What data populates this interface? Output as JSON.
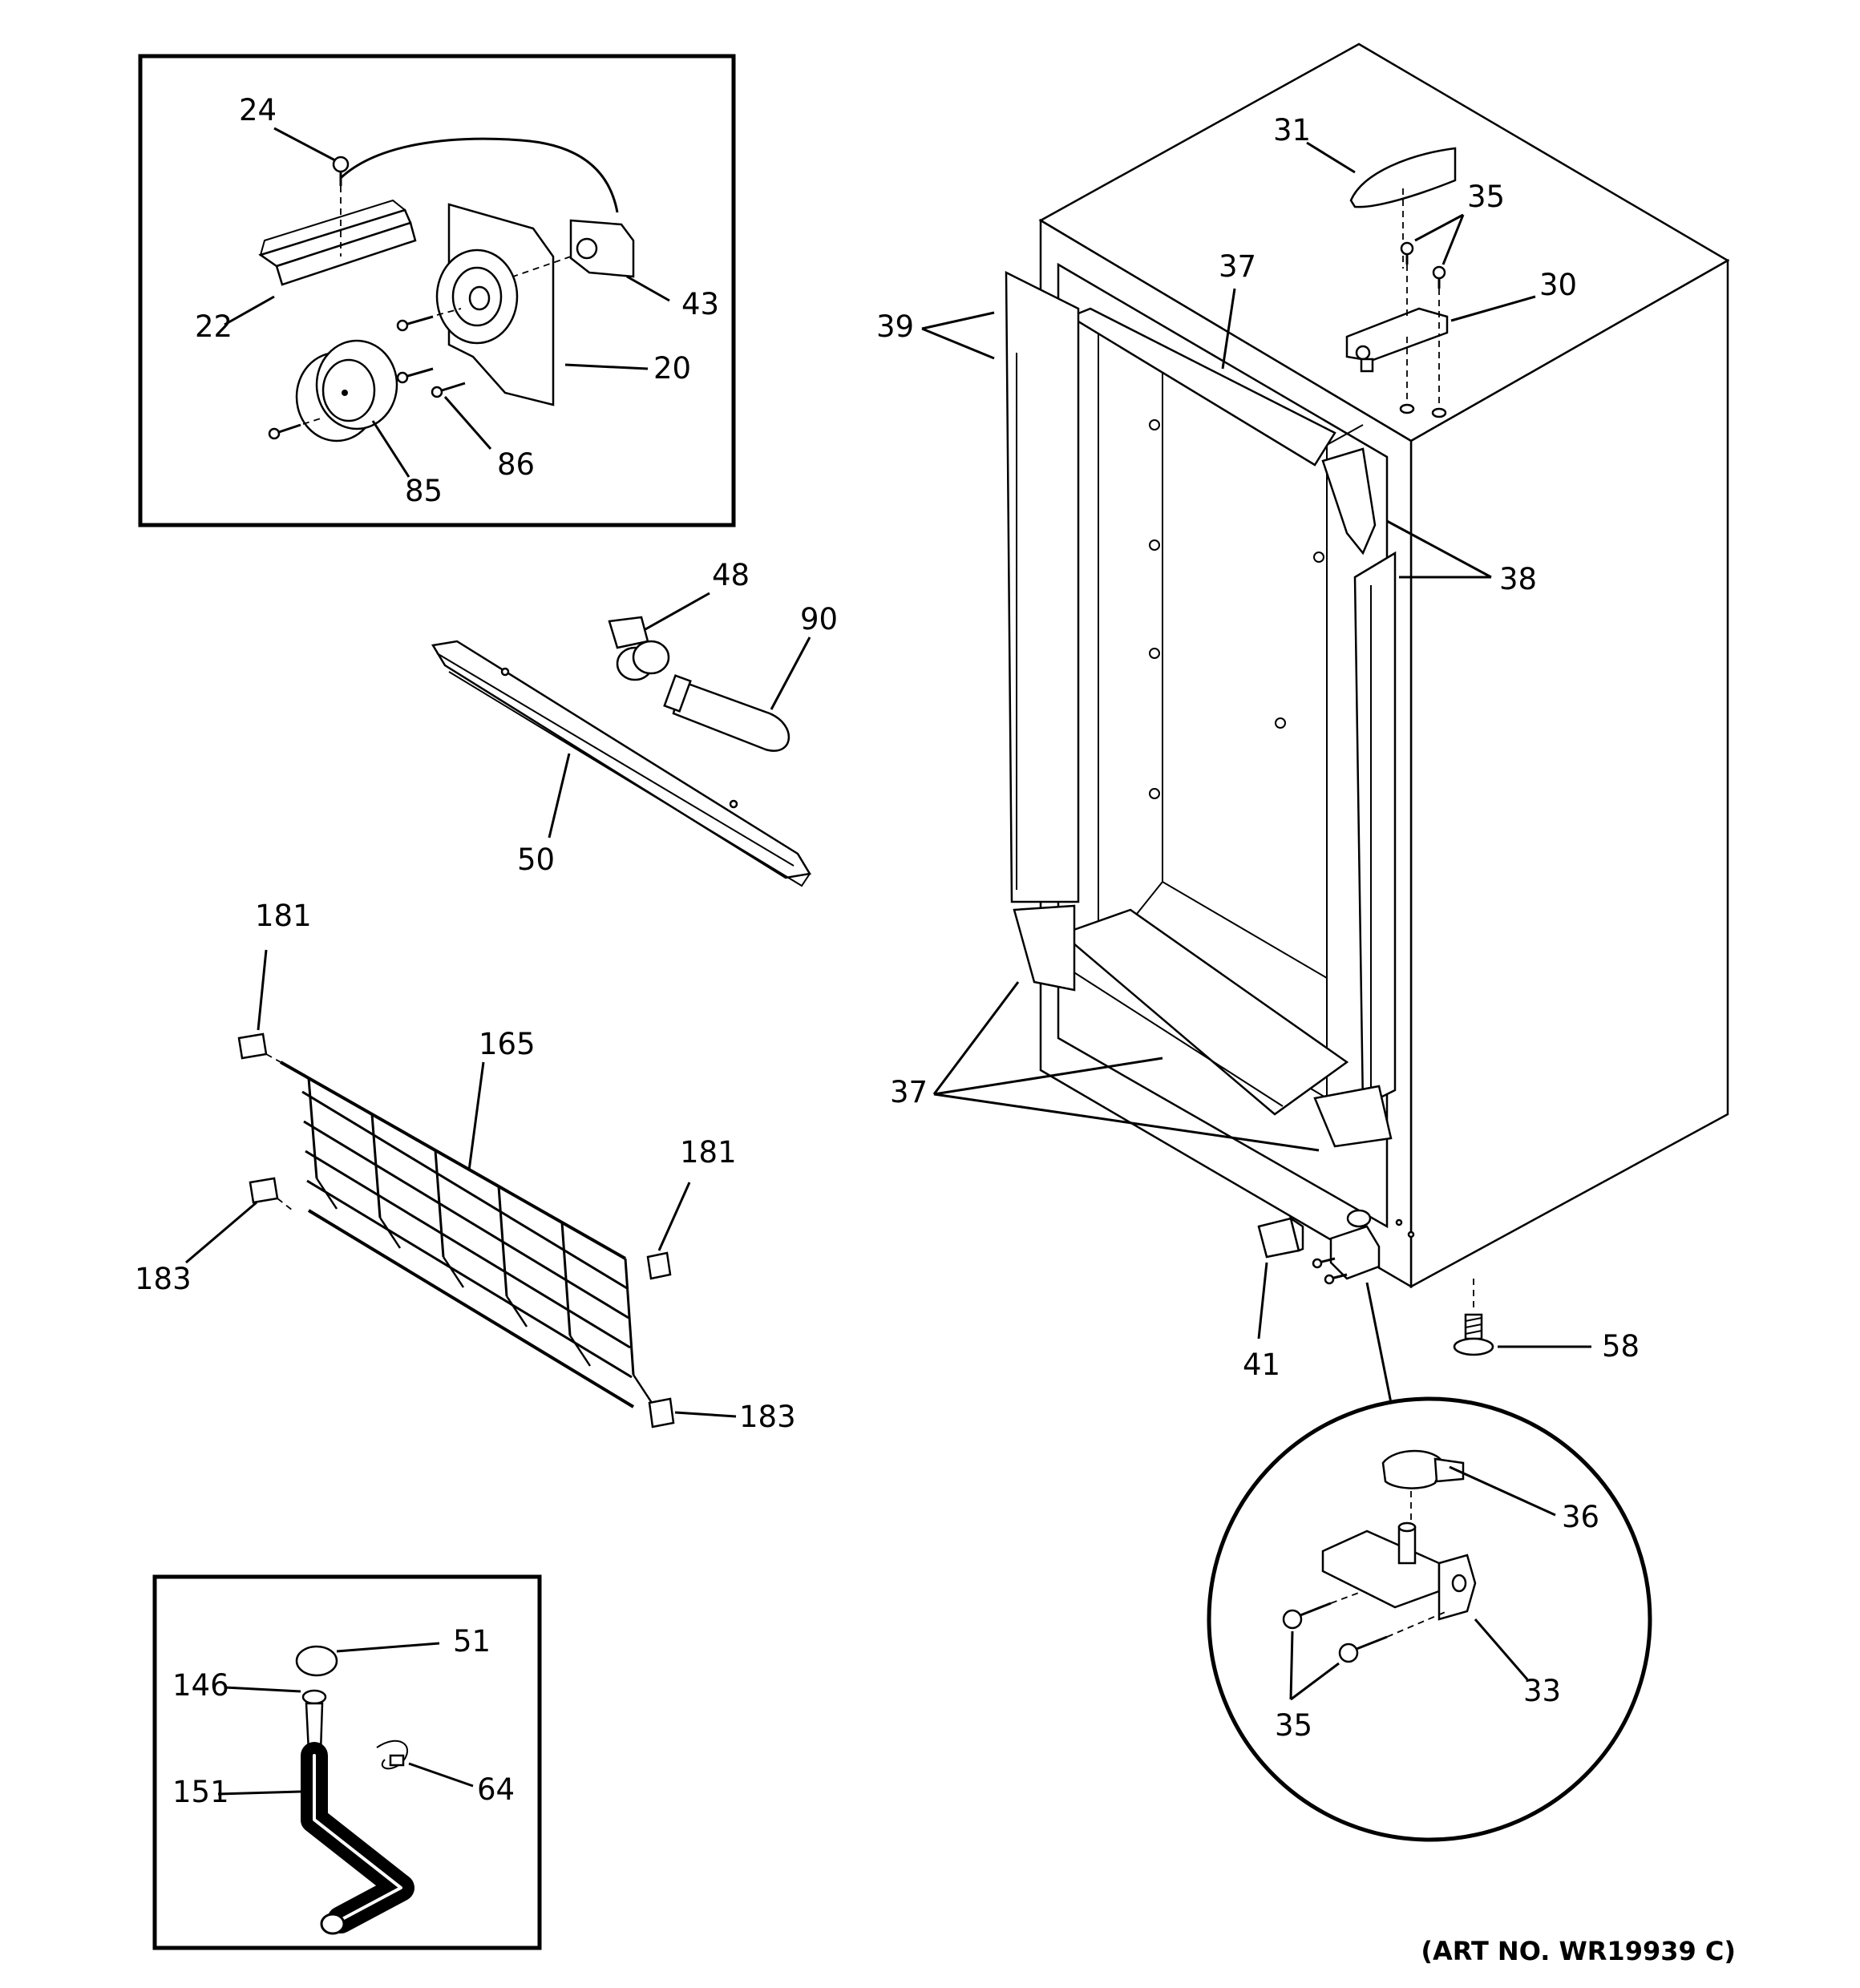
{
  "art_number": "(ART NO. WR19939 C)",
  "callouts": {
    "c24": "24",
    "c22": "22",
    "c43": "43",
    "c20": "20",
    "c85": "85",
    "c86": "86",
    "c48": "48",
    "c90": "90",
    "c50": "50",
    "c181a": "181",
    "c165": "165",
    "c181b": "181",
    "c183a": "183",
    "c183b": "183",
    "c51": "51",
    "c146": "146",
    "c151": "151",
    "c64": "64",
    "c31": "31",
    "c35a": "35",
    "c30": "30",
    "c37a": "37",
    "c39": "39",
    "c38": "38",
    "c37b": "37",
    "c41": "41",
    "c58": "58",
    "c36": "36",
    "c33": "33",
    "c35b": "35"
  }
}
